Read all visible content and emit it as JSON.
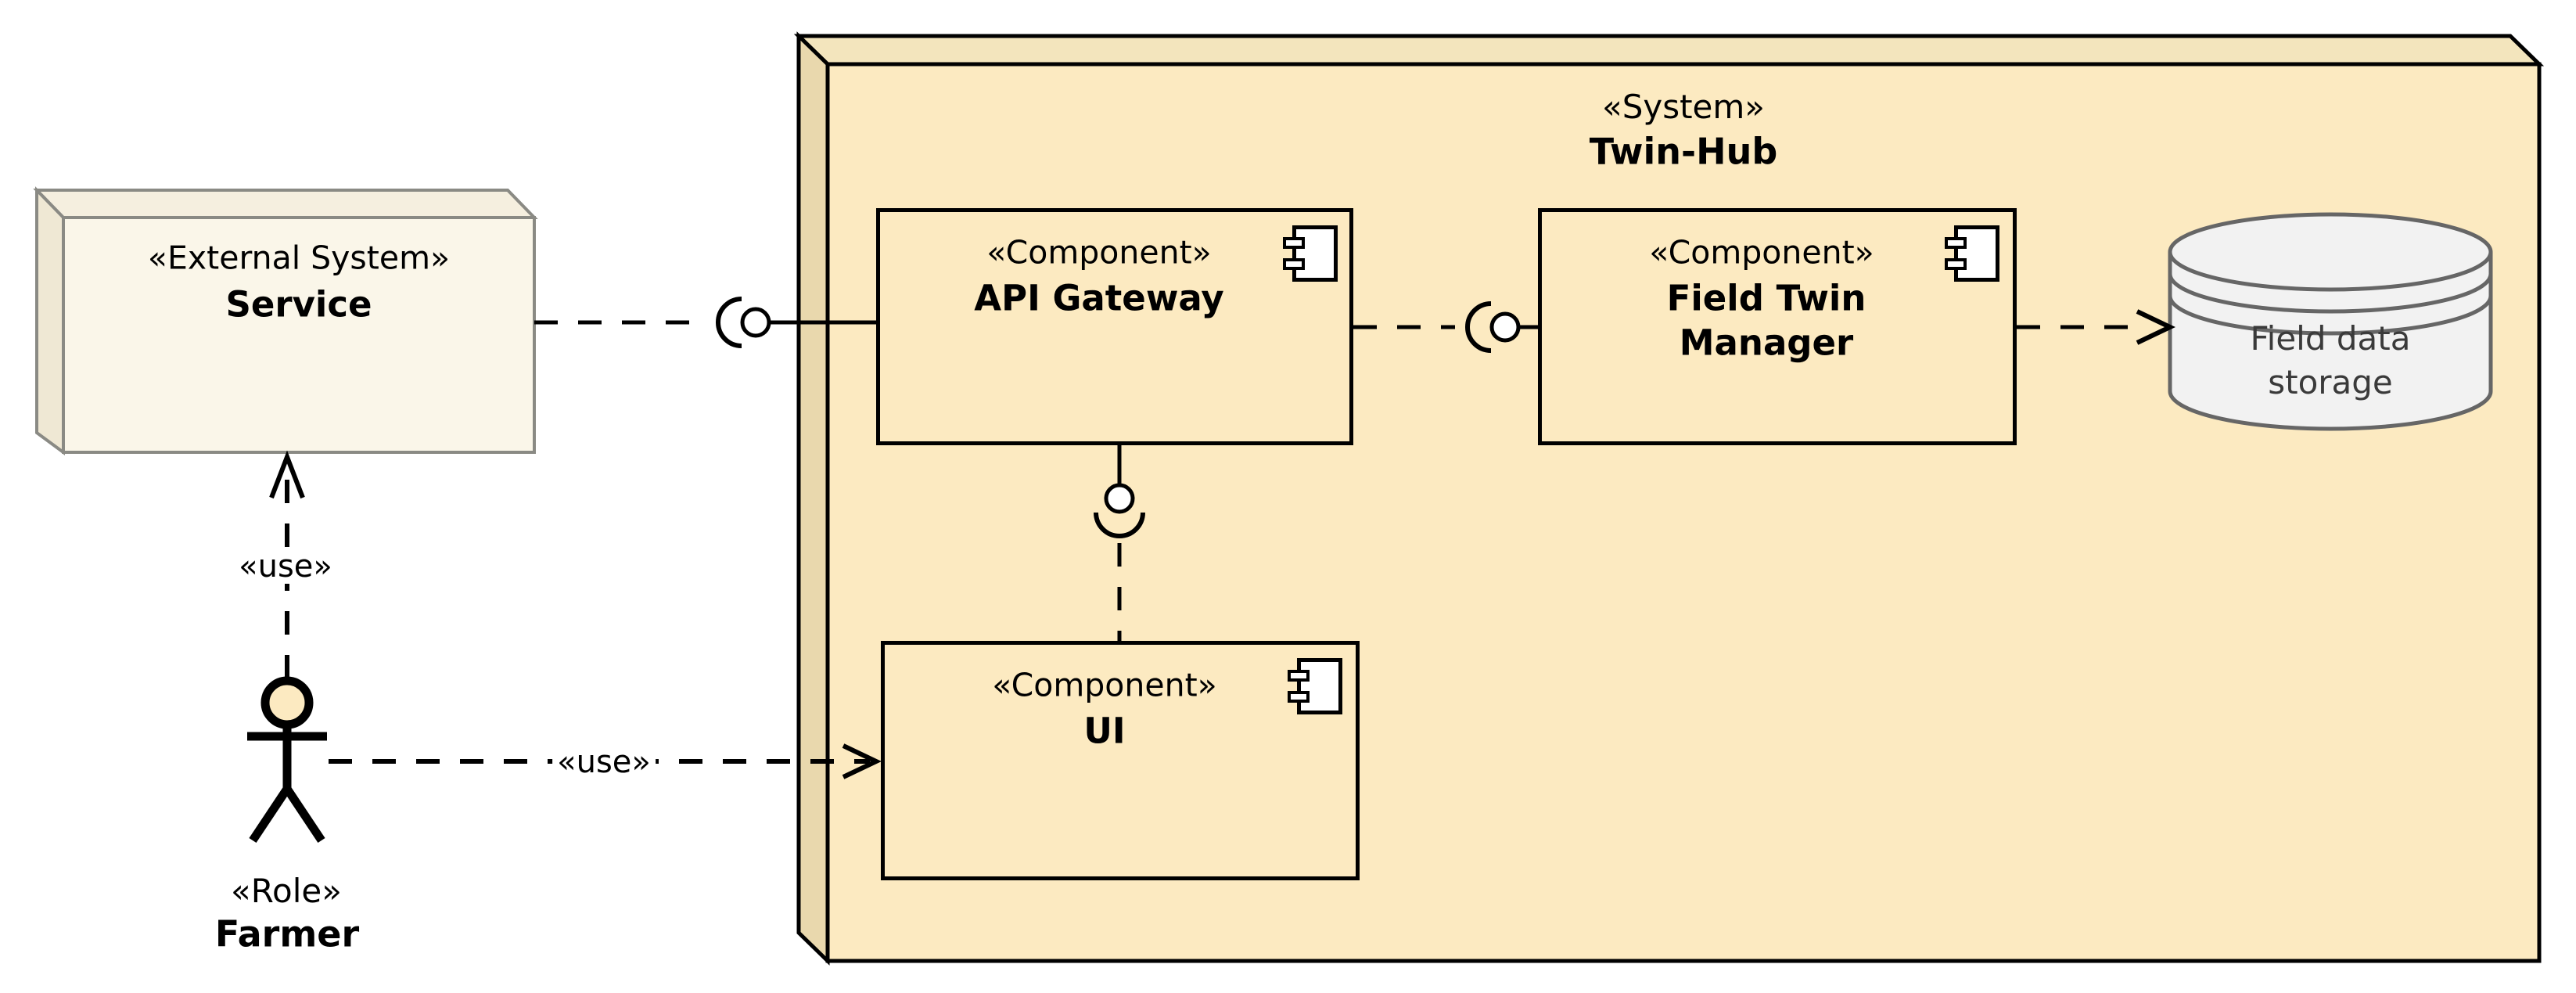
{
  "diagram": {
    "type": "uml-component-diagram",
    "external_node": {
      "stereotype": "«External System»",
      "name": "Service"
    },
    "system_node": {
      "stereotype": "«System»",
      "name": "Twin-Hub"
    },
    "components": {
      "api_gateway": {
        "stereotype": "«Component»",
        "name": "API Gateway"
      },
      "field_twin_manager": {
        "stereotype": "«Component»",
        "name_lines": [
          "Field Twin",
          "Manager"
        ]
      },
      "ui": {
        "stereotype": "«Component»",
        "name": "UI"
      }
    },
    "storage": {
      "name_lines": [
        "Field data",
        "storage"
      ]
    },
    "actor": {
      "stereotype": "«Role»",
      "name": "Farmer"
    },
    "edges": {
      "farmer_to_service_label": "«use»",
      "farmer_to_ui_label": "«use»"
    },
    "colors": {
      "system_front": "#FCEAC1",
      "system_top": "#F3E5BD",
      "system_side": "#E9D8AD",
      "system_border": "#000000",
      "external_front": "#FAF6E9",
      "external_top": "#F5EFDF",
      "external_side": "#EFE8D4",
      "external_border": "#8A8A84",
      "storage_fill": "#F2F2F2",
      "storage_border": "#666666",
      "storage_text": "#3A3A3A",
      "connector": "#000000"
    }
  }
}
